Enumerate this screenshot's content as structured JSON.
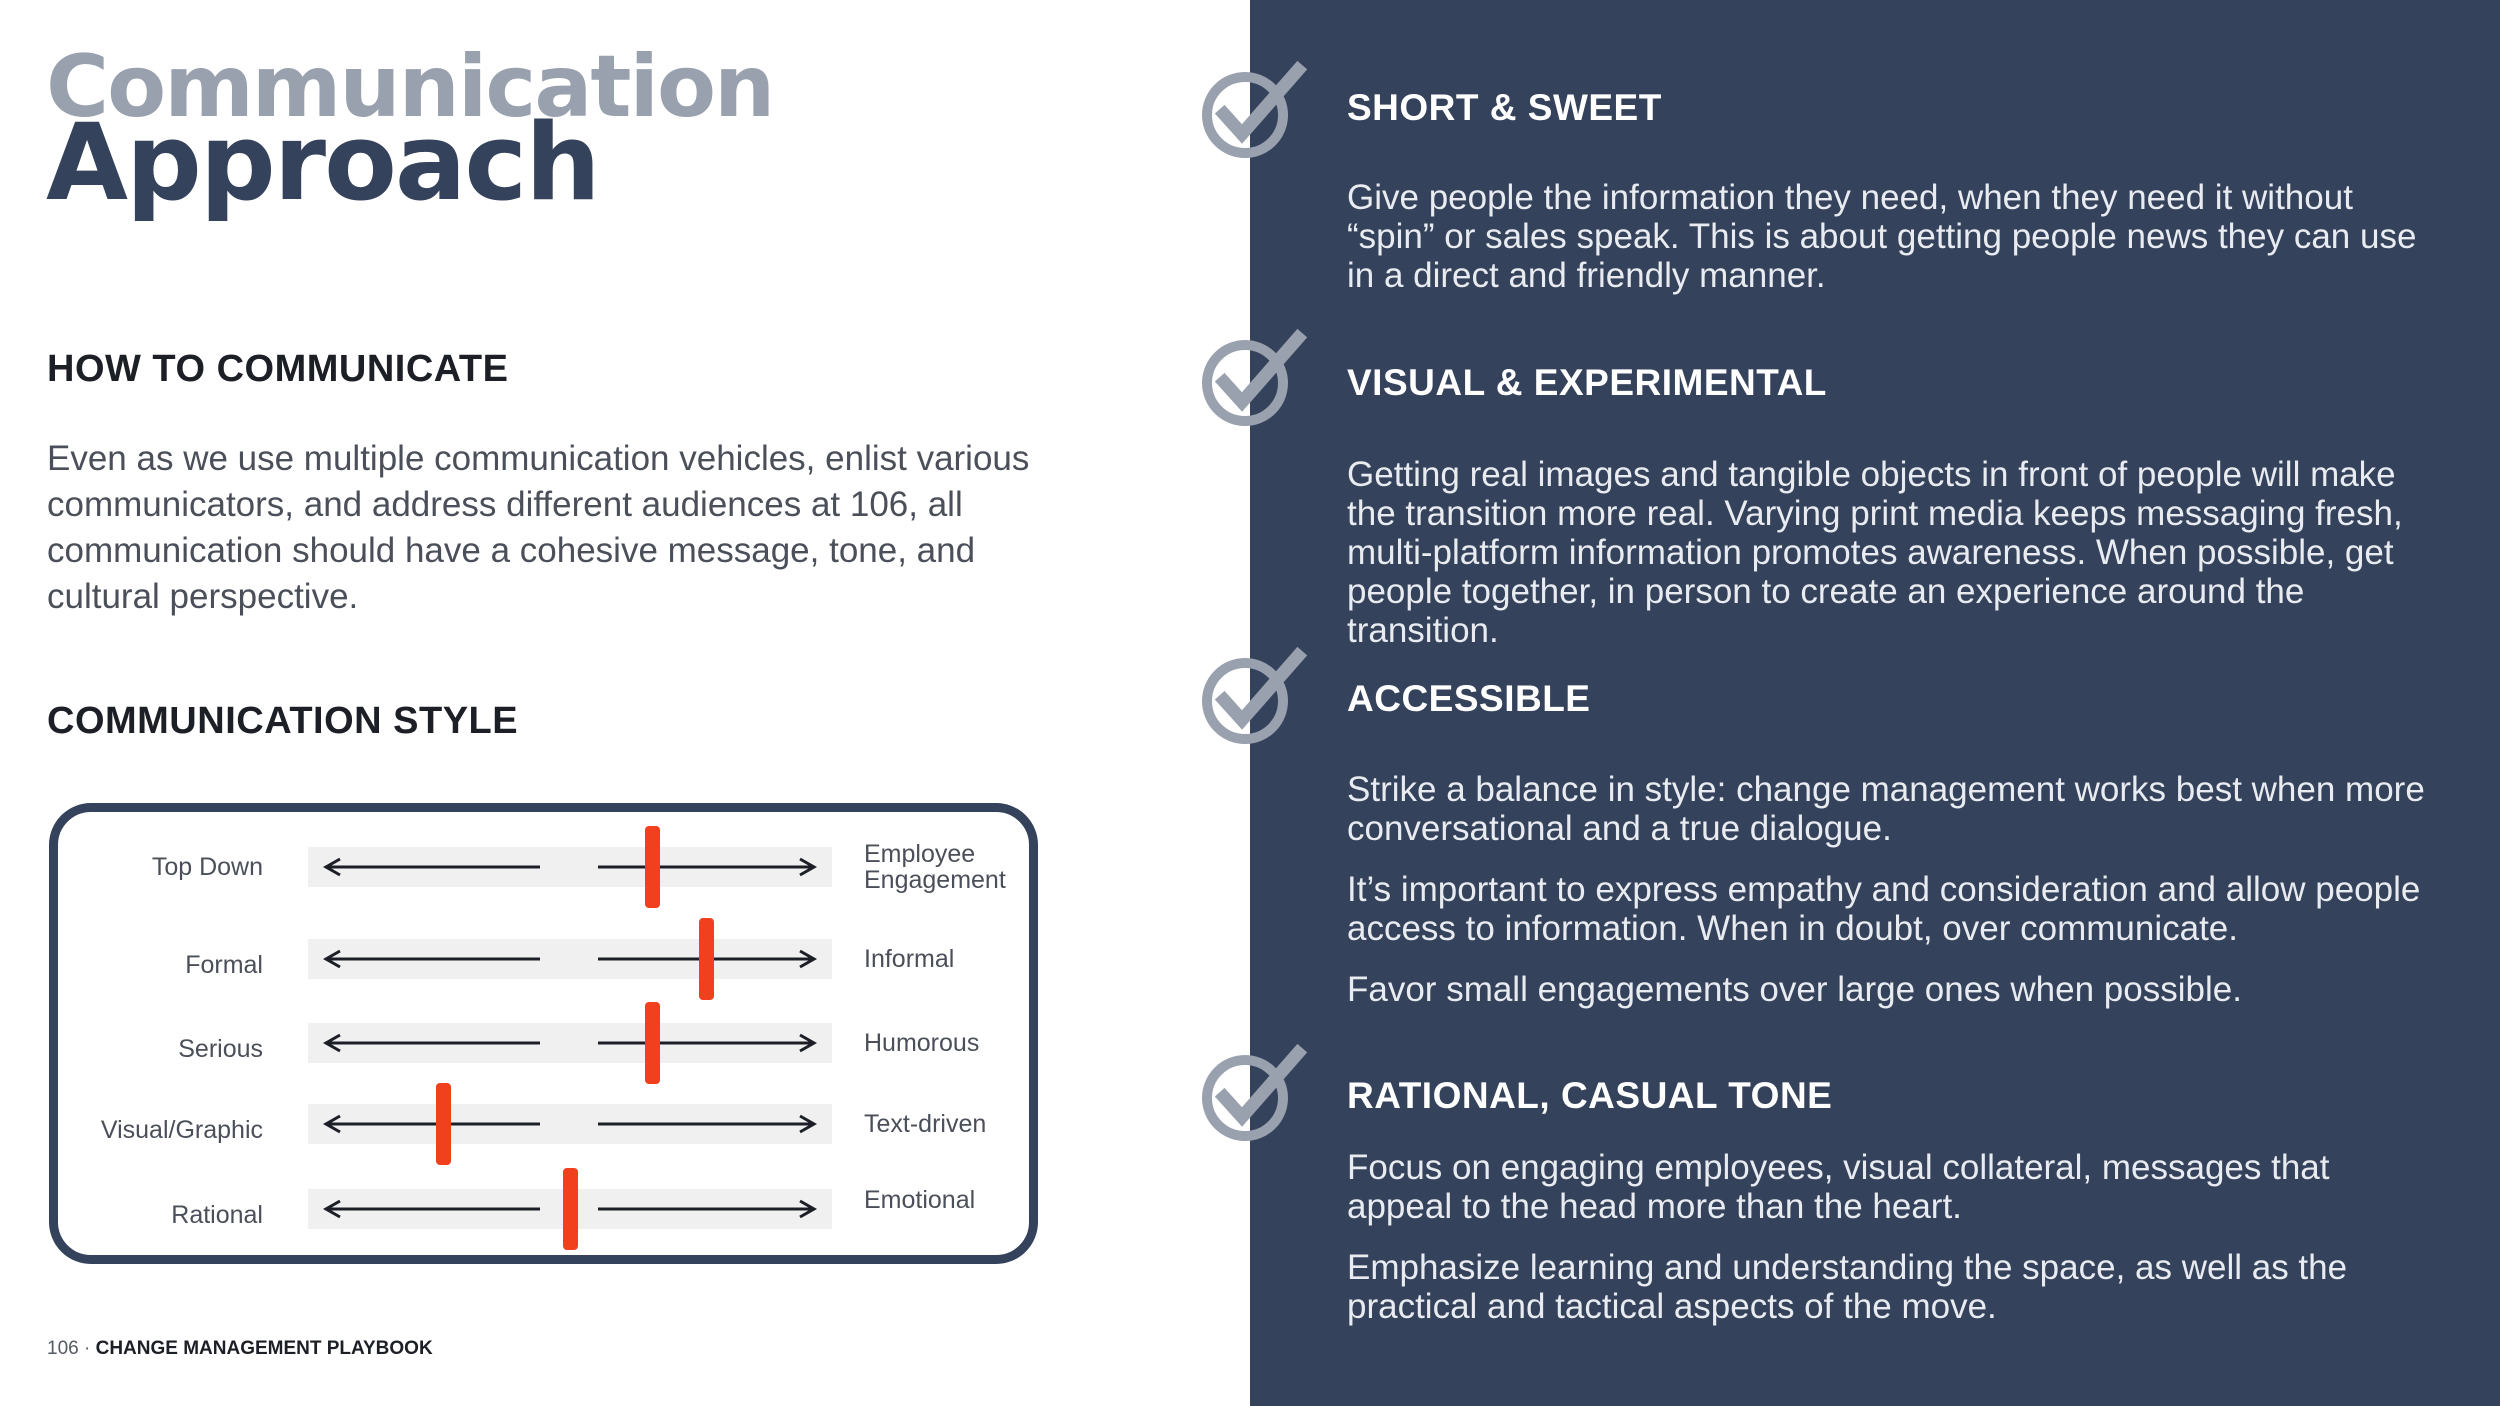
{
  "title": {
    "line1": "Communication",
    "line2": "Approach"
  },
  "how_to_communicate": {
    "heading": "HOW TO COMMUNICATE",
    "body": "Even as we use multiple communication vehicles, enlist various communicators, and address different audiences at 106, all communication should have a cohesive message, tone, and cultural perspective."
  },
  "communication_style": {
    "heading": "COMMUNICATION STYLE",
    "scales": [
      {
        "left": "Top Down",
        "right_line1": "Employee",
        "right_line2": "Engagement",
        "position": 0.67
      },
      {
        "left": "Formal",
        "right_line1": "Informal",
        "right_line2": "",
        "position": 0.78
      },
      {
        "left": "Serious",
        "right_line1": "Humorous",
        "right_line2": "",
        "position": 0.67
      },
      {
        "left": "Visual/Graphic",
        "right_line1": "Text-driven",
        "right_line2": "",
        "position": 0.24
      },
      {
        "left": "Rational",
        "right_line1": "Emotional",
        "right_line2": "",
        "position": 0.5
      }
    ],
    "marker_color": "#f0401e"
  },
  "footer": {
    "page": "106 ·",
    "book": "CHANGE MANAGEMENT PLAYBOOK"
  },
  "principles": [
    {
      "icon": "checkmark-icon",
      "title": "SHORT & SWEET",
      "paragraphs": [
        "Give people the information they need, when they need it without “spin” or sales speak. This is about getting people news they can use in a direct and friendly manner."
      ]
    },
    {
      "icon": "checkmark-icon",
      "title": "VISUAL & EXPERIMENTAL",
      "paragraphs": [
        "Getting real images and tangible objects in front of people will make the transition more real. Varying print media keeps messaging fresh, multi-platform information promotes awareness. When possible, get people together, in person to create an experience around the transition."
      ]
    },
    {
      "icon": "checkmark-icon",
      "title": "ACCESSIBLE",
      "paragraphs": [
        "Strike a balance in style: change management works best when more conversational and a true dialogue.",
        "It’s important to express empathy and consideration and allow people access to information. When in doubt, over communicate.",
        "Favor small engagements over large ones when possible."
      ]
    },
    {
      "icon": "checkmark-icon",
      "title": "RATIONAL, CASUAL TONE",
      "paragraphs": [
        "Focus on engaging employees, visual collateral, messages that appeal to the head more than the heart.",
        "Emphasize learning and understanding the space, as well as the practical and tactical aspects of the move."
      ]
    }
  ],
  "colors": {
    "navy": "#35425b",
    "grey_title": "#9aa1ae",
    "check_grey": "#9aa1ae"
  }
}
